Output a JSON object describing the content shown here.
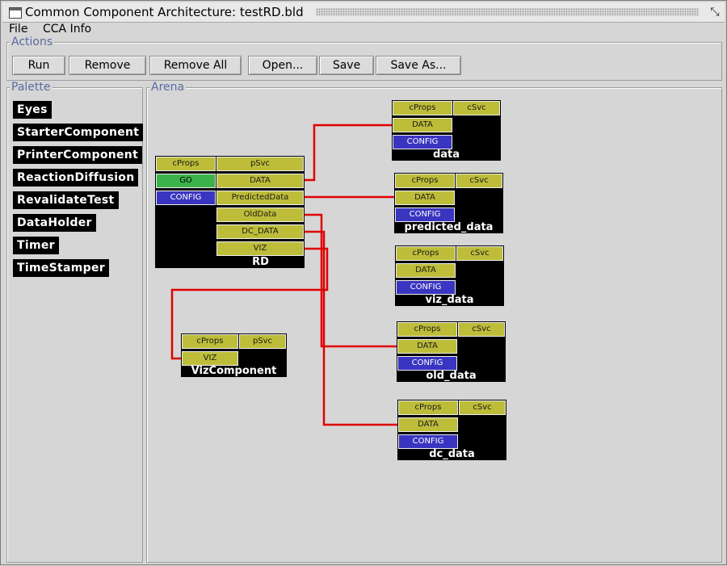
{
  "window": {
    "title": "Common Component Architecture: testRD.bld"
  },
  "menu": {
    "file": "File",
    "cca_info": "CCA Info"
  },
  "actions": {
    "label": "Actions",
    "run": "Run",
    "remove": "Remove",
    "remove_all": "Remove All",
    "open": "Open...",
    "save": "Save",
    "save_as": "Save As..."
  },
  "palette": {
    "label": "Palette",
    "items": [
      "Eyes",
      "StarterComponent",
      "PrinterComponent",
      "ReactionDiffusion",
      "RevalidateTest",
      "DataHolder",
      "Timer",
      "TimeStamper"
    ]
  },
  "arena": {
    "label": "Arena",
    "components": {
      "rd": {
        "name": "RD",
        "cprops": "cProps",
        "psvc": "pSvc",
        "go": "GO",
        "config": "CONFIG",
        "data": "DATA",
        "predicted": "PredictedData",
        "old": "OldData",
        "dc": "DC_DATA",
        "viz": "VIZ"
      },
      "data": {
        "name": "data",
        "cprops": "cProps",
        "csvc": "cSvc",
        "data": "DATA",
        "config": "CONFIG"
      },
      "predicted_data": {
        "name": "predicted_data",
        "cprops": "cProps",
        "csvc": "cSvc",
        "data": "DATA",
        "config": "CONFIG"
      },
      "viz_data": {
        "name": "viz_data",
        "cprops": "cProps",
        "csvc": "cSvc",
        "data": "DATA",
        "config": "CONFIG"
      },
      "old_data": {
        "name": "old_data",
        "cprops": "cProps",
        "csvc": "cSvc",
        "data": "DATA",
        "config": "CONFIG"
      },
      "dc_data": {
        "name": "dc_data",
        "cprops": "cProps",
        "csvc": "cSvc",
        "data": "DATA",
        "config": "CONFIG"
      },
      "viz_component": {
        "name": "VizComponent",
        "cprops": "cProps",
        "psvc": "pSvc",
        "viz": "VIZ"
      }
    }
  },
  "colors": {
    "wire": "#e00000",
    "port_yellow": "#bdbd3a",
    "port_blue": "#3a35c0",
    "port_green": "#3cb34a"
  }
}
